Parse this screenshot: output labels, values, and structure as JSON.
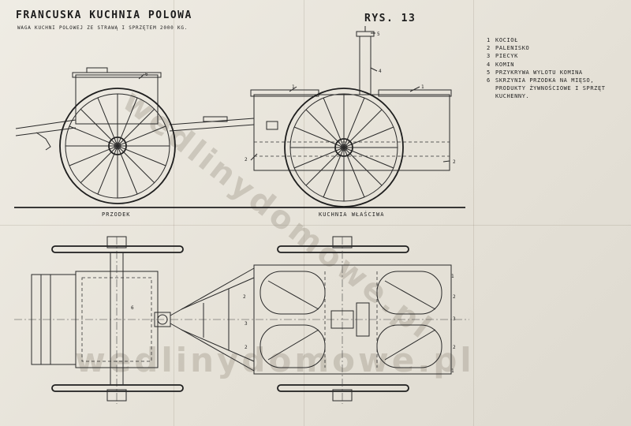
{
  "drawing": {
    "title": "FRANCUSKA KUCHNIA POLOWA",
    "subtitle": "WAGA KUCHNI POLOWEJ ZE STRAWĄ I SPRZĘTEM 2000 KG.",
    "figure_label": "RYS. 13",
    "legend": [
      {
        "num": "1",
        "text": "KOCIOŁ"
      },
      {
        "num": "2",
        "text": "PALENISKO"
      },
      {
        "num": "3",
        "text": "PIECYK"
      },
      {
        "num": "4",
        "text": "KOMIN"
      },
      {
        "num": "5",
        "text": "PRZYKRYWA WYLOTU KOMINA"
      },
      {
        "num": "6",
        "text": "SKRZYNIA PRZODKA NA MIĘSO,"
      },
      {
        "num": "",
        "text": "PRODUKTY ŻYWNOŚCIOWE I SPRZĘT"
      },
      {
        "num": "",
        "text": "KUCHENNY."
      }
    ],
    "view_labels": {
      "front": "PRZODEK",
      "kitchen": "KUCHNIA WŁAŚCIWA"
    },
    "callouts": {
      "one": "1",
      "two": "2",
      "three": "3",
      "four": "4",
      "five": "5",
      "six": "6"
    },
    "watermarks": [
      "wedlinydomowe.pl",
      "wedlinydomowe.pl"
    ]
  },
  "colors": {
    "paper": "#e9e6de",
    "ink": "#222222"
  }
}
